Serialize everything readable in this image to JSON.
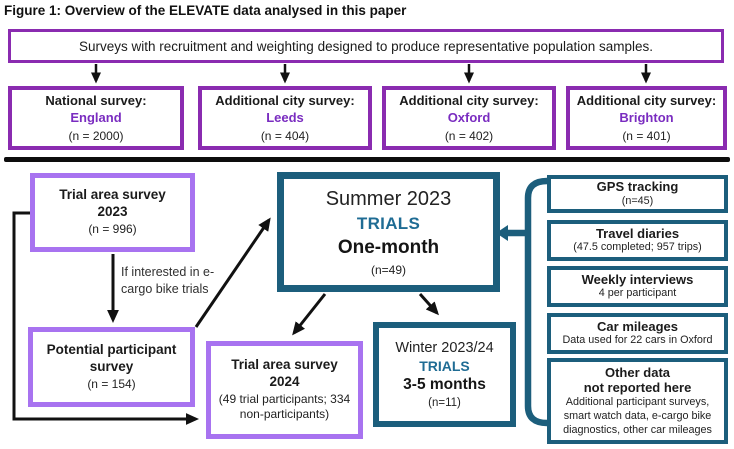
{
  "title": "Figure 1: Overview of the ELEVATE data analysed in this paper",
  "colors": {
    "dark_purple": "#8A2BB0",
    "light_purple": "#A873F0",
    "teal": "#1C5E7C",
    "teal_text": "#1F6C94",
    "purple_text": "#7A2CC0",
    "line": "#111111"
  },
  "population_surveys": {
    "header": "Surveys with recruitment and weighting designed to produce representative population samples.",
    "boxes": [
      {
        "prefix": "National survey:",
        "highlight": "England",
        "n": "(n = 2000)"
      },
      {
        "prefix": "Additional city survey:",
        "highlight": "Leeds",
        "n": "(n = 404)"
      },
      {
        "prefix": "Additional city survey:",
        "highlight": "Oxford",
        "n": "(n = 402)"
      },
      {
        "prefix": "Additional city survey:",
        "highlight": "Brighton",
        "n": "(n = 401)"
      }
    ]
  },
  "trial_flow": {
    "trial_area_survey_2023": {
      "title": "Trial area survey 2023",
      "n": "(n = 996)"
    },
    "condition_label": "If interested in e-cargo bike trials",
    "potential_participant_survey": {
      "title": "Potential participant survey",
      "n": "(n = 154)"
    },
    "summer_trials": {
      "season": "Summer 2023",
      "label": "TRIALS",
      "duration": "One-month",
      "n": "(n=49)"
    },
    "trial_area_survey_2024": {
      "title": "Trial area survey 2024",
      "detail": "(49 trial participants; 334 non-participants)"
    },
    "winter_trials": {
      "season": "Winter 2023/24",
      "label": "TRIALS",
      "duration": "3-5 months",
      "n": "(n=11)"
    }
  },
  "trial_data_boxes": [
    {
      "title": "GPS tracking",
      "detail": "(n=45)"
    },
    {
      "title": "Travel diaries",
      "detail": "(47.5 completed; 957 trips)"
    },
    {
      "title": "Weekly interviews",
      "detail": "4 per participant"
    },
    {
      "title": "Car mileages",
      "detail": "Data used for 22 cars in Oxford"
    },
    {
      "title": "Other data",
      "title2": "not reported here",
      "detail": "Additional participant surveys, smart watch data, e-cargo bike diagnostics, other car mileages"
    }
  ]
}
